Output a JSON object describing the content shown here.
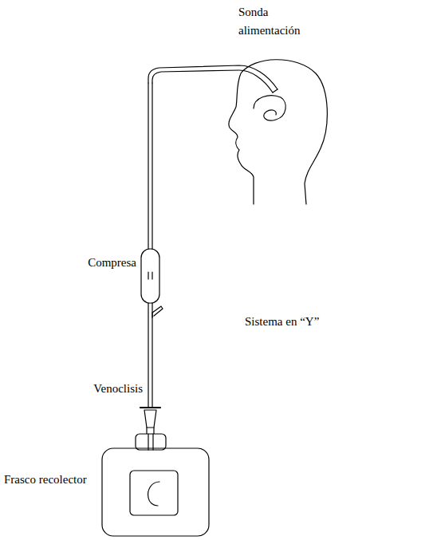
{
  "diagram": {
    "labels": [
      "Sonda alimentación",
      "Compresa",
      "Sistema en “Y”",
      "Venoclisis",
      "Frasco recolector"
    ]
  }
}
